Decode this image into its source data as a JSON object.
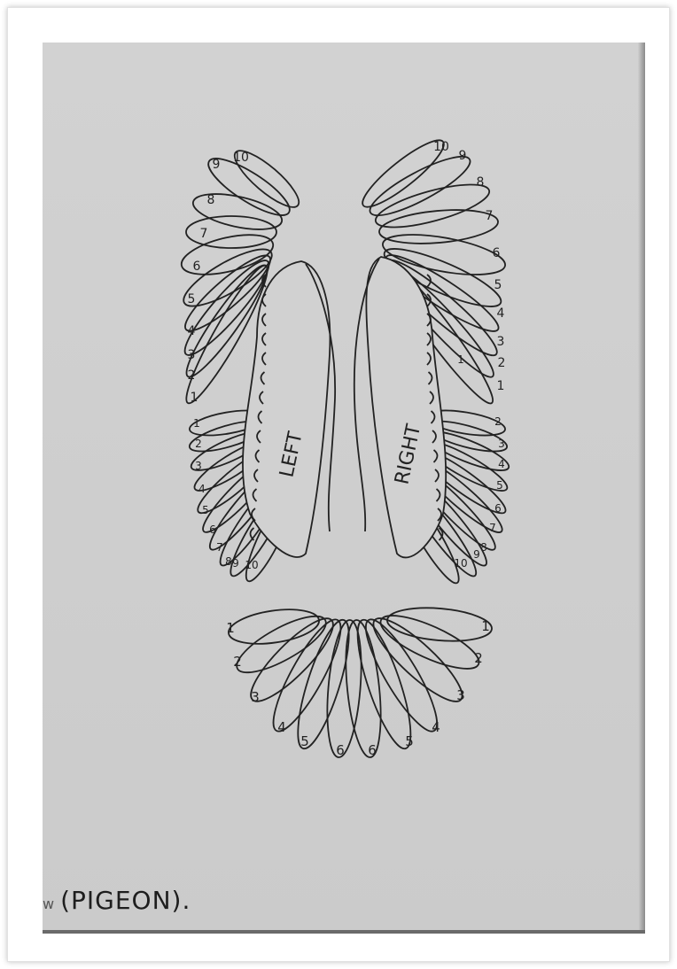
{
  "drawing": {
    "left_wing_label": "LEFT",
    "right_wing_label": "RIGHT",
    "caption": "(PIGEON).",
    "caption_fragment": "w",
    "primary_numbers": [
      "1",
      "2",
      "3",
      "4",
      "5",
      "6",
      "7",
      "8",
      "9",
      "10"
    ],
    "secondary_numbers": [
      "1",
      "2",
      "3",
      "4",
      "5",
      "6",
      "7",
      "8",
      "9",
      "10"
    ],
    "tail_numbers": [
      "1",
      "2",
      "3",
      "4",
      "5",
      "6",
      "6",
      "5",
      "4",
      "3",
      "2",
      "1"
    ]
  }
}
